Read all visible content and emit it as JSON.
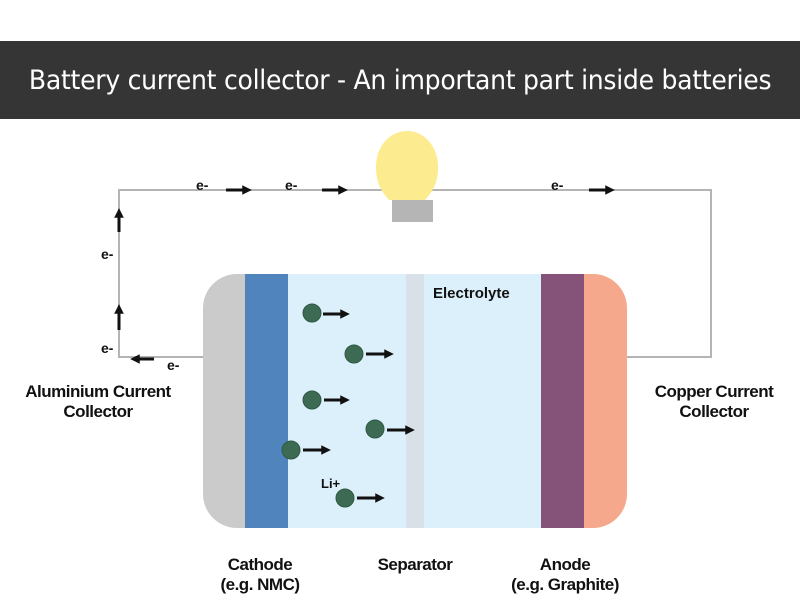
{
  "banner": {
    "title": "Battery current collector - An important part inside batteries"
  },
  "circuit": {
    "electron_label": "e-",
    "electron_labels": [
      "e-",
      "e-",
      "e-",
      "e-",
      "e-",
      "e-"
    ],
    "bulb": {
      "glass_color": "#fdeb8f",
      "base_color": "#b5b5b5"
    }
  },
  "cell": {
    "electrolyte_label": "Electrolyte",
    "ion_label": "Li+",
    "ion_count": 6,
    "colors": {
      "aluminium": "#cbcbcb",
      "cathode": "#4f84bd",
      "electrolyte": "#dcf0fb",
      "separator": "#d7e1e7",
      "anode": "#85527a",
      "copper": "#f6a88c",
      "ion": "#3c6a52"
    }
  },
  "labels": {
    "aluminium_line1": "Aluminium Current",
    "aluminium_line2": "Collector",
    "copper_line1": "Copper Current",
    "copper_line2": "Collector",
    "cathode_line1": "Cathode",
    "cathode_line2": "(e.g. NMC)",
    "separator": "Separator",
    "anode_line1": "Anode",
    "anode_line2": "(e.g. Graphite)"
  }
}
